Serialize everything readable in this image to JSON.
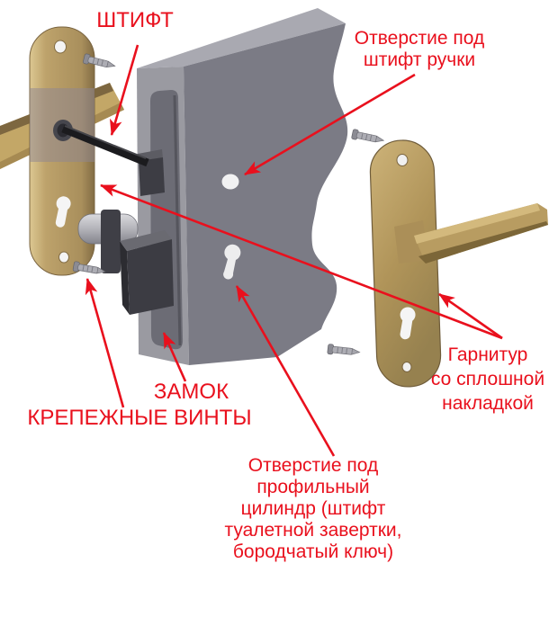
{
  "diagram": {
    "subject": "exploded view of a mortise door lock installation",
    "labels": {
      "pin": {
        "lines": [
          "ШТИФТ"
        ]
      },
      "handle_pin_hole": {
        "lines": [
          "Отверстие под",
          "штифт ручки"
        ]
      },
      "lock": {
        "lines": [
          "ЗАМОК"
        ]
      },
      "mounting_screws": {
        "lines": [
          "КРЕПЕЖНЫЕ ВИНТЫ"
        ]
      },
      "trim_set": {
        "lines": [
          "Гарнитур",
          "со сплошной",
          "накладкой"
        ]
      },
      "cylinder_hole": {
        "lines": [
          "Отверстие под",
          "профильный",
          "цилиндр (штифт",
          "туалетной завертки,",
          "бородчатый ключ)"
        ]
      }
    },
    "colors": {
      "label_and_arrow_red": "#e9101d",
      "brass_plate": "#b59b66",
      "door_gray": "#7b7b85",
      "background": "#ffffff"
    }
  }
}
